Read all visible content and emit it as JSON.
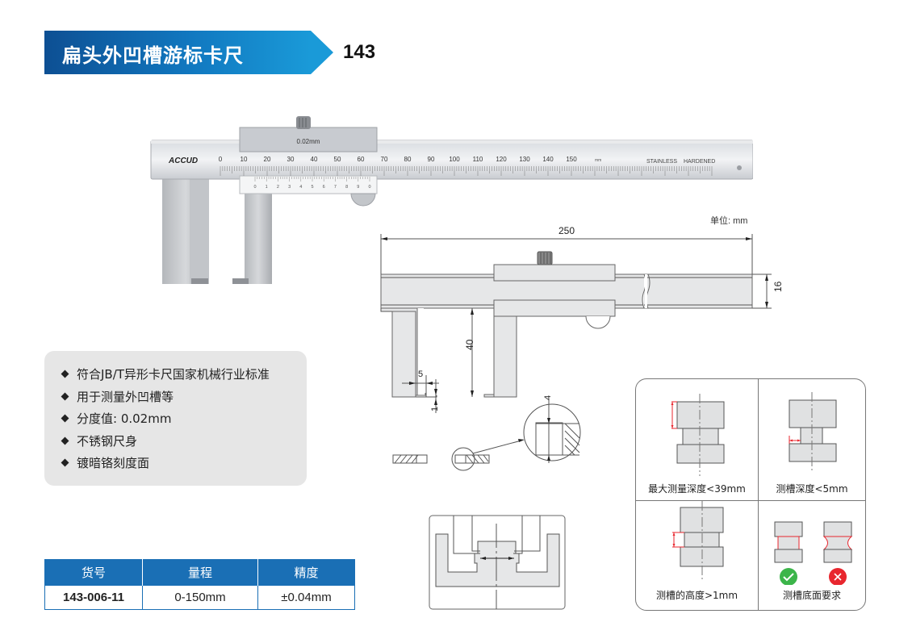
{
  "header": {
    "title": "扁头外凹槽游标卡尺",
    "code": "143"
  },
  "product_photo": {
    "brand": "ACCUD",
    "vernier_label": "0.02mm",
    "main_scale": [
      "0",
      "10",
      "20",
      "30",
      "40",
      "50",
      "60",
      "70",
      "80",
      "90",
      "100",
      "110",
      "120",
      "130",
      "140",
      "150"
    ],
    "main_scale_unit": "mm",
    "vernier_scale": [
      "0",
      "1",
      "2",
      "3",
      "4",
      "5",
      "6",
      "7",
      "8",
      "9",
      "0"
    ],
    "marking_1": "STAINLESS",
    "marking_2": "HARDENED"
  },
  "drawing": {
    "unit_label": "单位: mm",
    "dim_length": "250",
    "dim_height": "16",
    "dim_jaw_depth": "40",
    "dim_tip_width": "5",
    "dim_tip_height": "1",
    "dim_detail": "4"
  },
  "features": [
    "符合JB/T异形卡尺国家机械行业标准",
    "用于测量外凹槽等",
    "分度值: 0.02mm",
    "不锈钢尺身",
    "镀暗铬刻度面"
  ],
  "spec_table": {
    "headers": [
      "货号",
      "量程",
      "精度"
    ],
    "rows": [
      [
        "143-006-11",
        "0-150mm",
        "±0.04mm"
      ]
    ]
  },
  "requirements": [
    {
      "label": "最大测量深度<39mm"
    },
    {
      "label": "测槽深度<5mm"
    },
    {
      "label": "测槽的高度>1mm"
    },
    {
      "label": "测槽底面要求",
      "ok_icon": "check-icon",
      "bad_icon": "cross-icon"
    }
  ],
  "colors": {
    "brand_blue": "#1a6fb5",
    "ok_green": "#3cb54a",
    "bad_red": "#e8262e",
    "dimension_red": "#e8262e"
  }
}
